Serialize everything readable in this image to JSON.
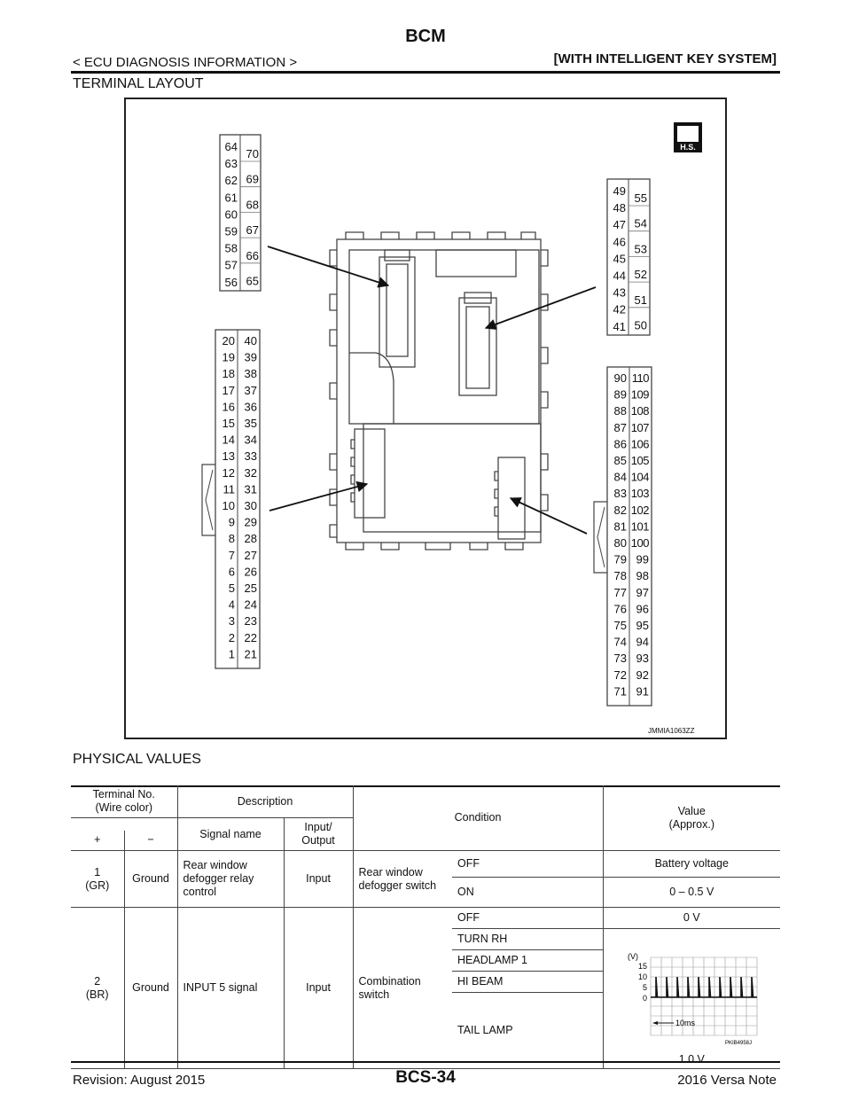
{
  "header": {
    "title": "BCM",
    "section": "< ECU DIAGNOSIS INFORMATION >",
    "system": "[WITH INTELLIGENT KEY SYSTEM]"
  },
  "terminal_layout": {
    "heading": "TERMINAL LAYOUT",
    "figure_code": "JMMIA1063ZZ",
    "hs_badge": "H.S.",
    "connectors": {
      "c1_left": [
        "64",
        "63",
        "62",
        "61",
        "60",
        "59",
        "58",
        "57",
        "56"
      ],
      "c1_right": [
        "70",
        "69",
        "68",
        "67",
        "66",
        "65"
      ],
      "c2_left": [
        "20",
        "19",
        "18",
        "17",
        "16",
        "15",
        "14",
        "13",
        "12",
        "11",
        "10",
        "9",
        "8",
        "7",
        "6",
        "5",
        "4",
        "3",
        "2",
        "1"
      ],
      "c2_right": [
        "40",
        "39",
        "38",
        "37",
        "36",
        "35",
        "34",
        "33",
        "32",
        "31",
        "30",
        "29",
        "28",
        "27",
        "26",
        "25",
        "24",
        "23",
        "22",
        "21"
      ],
      "c3_left": [
        "49",
        "48",
        "47",
        "46",
        "45",
        "44",
        "43",
        "42",
        "41"
      ],
      "c3_right": [
        "55",
        "54",
        "53",
        "52",
        "51",
        "50"
      ],
      "c4_left": [
        "90",
        "89",
        "88",
        "87",
        "86",
        "85",
        "84",
        "83",
        "82",
        "81",
        "80",
        "79",
        "78",
        "77",
        "76",
        "75",
        "74",
        "73",
        "72",
        "71"
      ],
      "c4_right": [
        "110",
        "109",
        "108",
        "107",
        "106",
        "105",
        "104",
        "103",
        "102",
        "101",
        "100",
        "99",
        "98",
        "97",
        "96",
        "95",
        "94",
        "93",
        "92",
        "91"
      ]
    }
  },
  "physical_values": {
    "heading": "PHYSICAL VALUES",
    "headers": {
      "terminal_no": "Terminal No.",
      "wire_color": "(Wire color)",
      "plus": "+",
      "minus": "−",
      "description": "Description",
      "signal_name": "Signal name",
      "input_output_1": "Input/",
      "input_output_2": "Output",
      "condition": "Condition",
      "value_1": "Value",
      "value_2": "(Approx.)"
    },
    "rows": [
      {
        "terminal": "1",
        "wire": "(GR)",
        "minus": "Ground",
        "signal_1": "Rear window",
        "signal_2": "defogger relay",
        "signal_3": "control",
        "io": "Input",
        "cond_1": "Rear window",
        "cond_2": "defogger switch",
        "states": [
          {
            "state": "OFF",
            "value": "Battery voltage"
          },
          {
            "state": "ON",
            "value": "0 – 0.5 V"
          }
        ]
      },
      {
        "terminal": "2",
        "wire": "(BR)",
        "minus": "Ground",
        "signal": "INPUT 5 signal",
        "io": "Input",
        "cond_1": "Combination",
        "cond_2": "switch",
        "states": [
          {
            "state": "OFF",
            "value": "0 V"
          },
          {
            "state": "TURN RH"
          },
          {
            "state": "HEADLAMP 1"
          },
          {
            "state": "HI BEAM"
          },
          {
            "state": "TAIL LAMP"
          }
        ],
        "waveform": {
          "unit": "(V)",
          "y_ticks": [
            "15",
            "10",
            "5",
            "0"
          ],
          "time_label": "10ms",
          "code": "PKIB4958J",
          "value": "1.0 V"
        }
      }
    ]
  },
  "footer": {
    "revision": "Revision: August 2015",
    "page": "BCS-34",
    "model": "2016 Versa Note"
  }
}
